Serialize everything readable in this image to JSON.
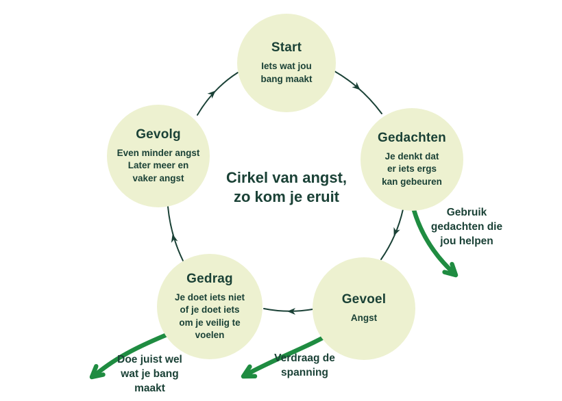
{
  "title": "Cirkel van angst,\nzo kom je eruit",
  "nodes": [
    {
      "id": "start",
      "title": "Start",
      "body": "Iets wat jou\nbang maakt"
    },
    {
      "id": "gedachten",
      "title": "Gedachten",
      "body": "Je denkt dat\ner iets ergs\nkan gebeuren"
    },
    {
      "id": "gevoel",
      "title": "Gevoel",
      "body": "Angst"
    },
    {
      "id": "gedrag",
      "title": "Gedrag",
      "body": "Je doet iets niet\nof je doet iets\nom je veilig te\nvoelen"
    },
    {
      "id": "gevolg",
      "title": "Gevolg",
      "body": "Even minder angst\nLater meer en\nvaker angst"
    }
  ],
  "exits": [
    {
      "id": "gebruik",
      "label": "Gebruik\ngedachten die\njou helpen"
    },
    {
      "id": "verdraag",
      "label": "Verdraag de\nspanning"
    },
    {
      "id": "doe",
      "label": "Doe juist wel\nwat je bang\nmaakt"
    }
  ],
  "colors": {
    "ink": "#1a4136",
    "leaf": "#edf1d0",
    "green": "#1f8c41",
    "bg": "#ffffff"
  }
}
